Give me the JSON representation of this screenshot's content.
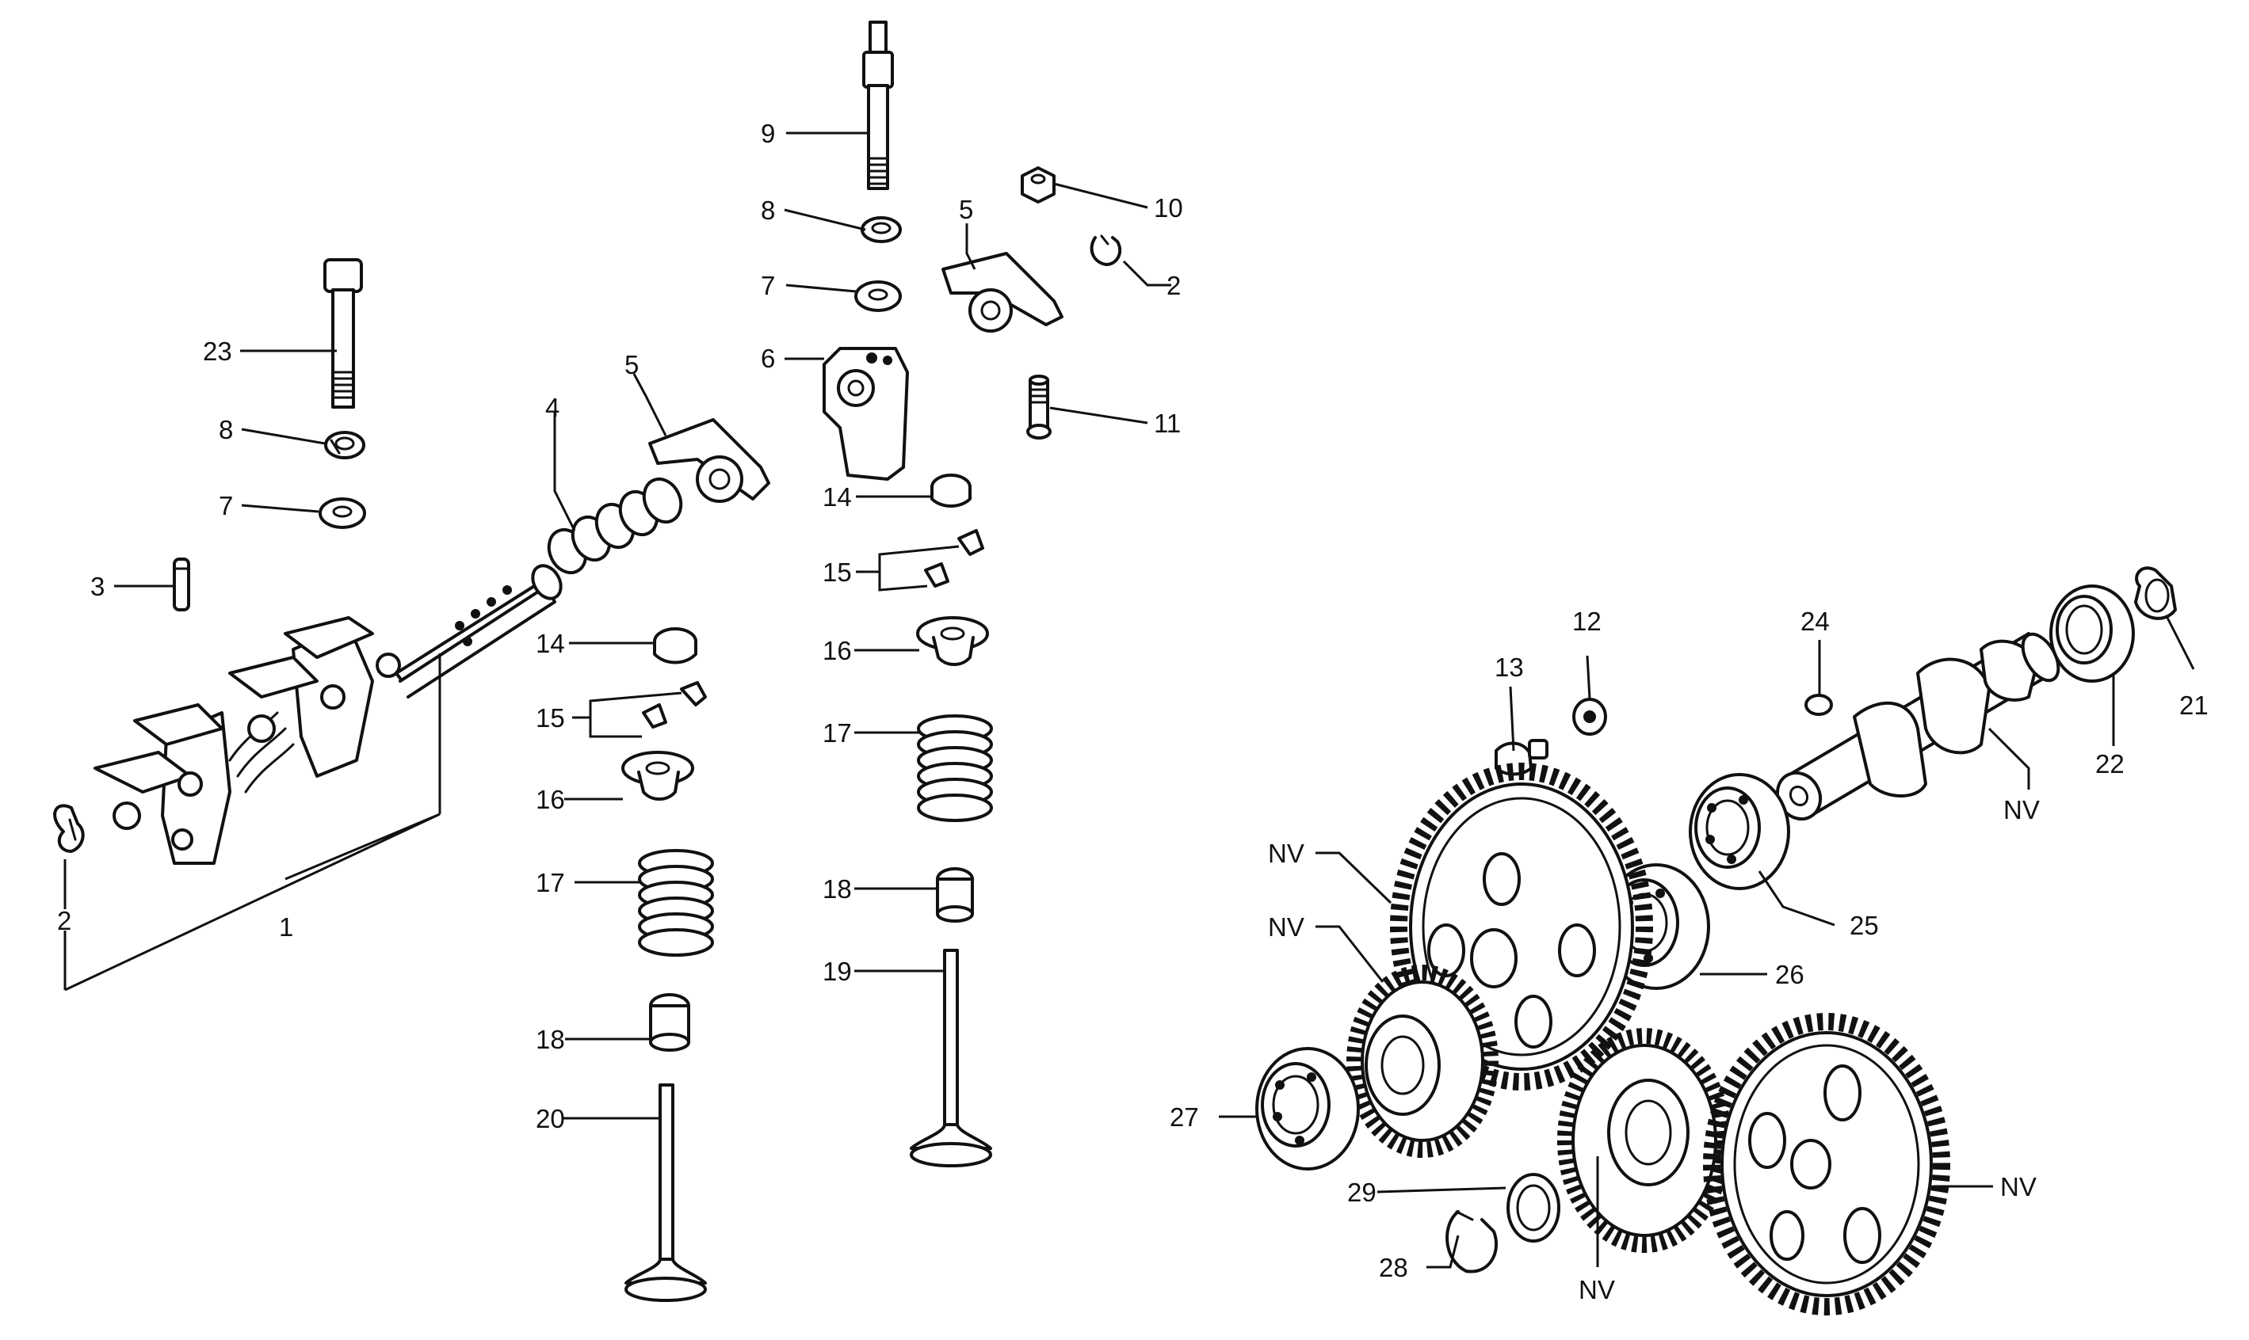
{
  "diagram": {
    "labels": {
      "l1": "1",
      "l2a": "2",
      "l2b": "2",
      "l3": "3",
      "l4": "4",
      "l5a": "5",
      "l5b": "5",
      "l6": "6",
      "l7a": "7",
      "l7b": "7",
      "l8a": "8",
      "l8b": "8",
      "l9": "9",
      "l10": "10",
      "l11": "11",
      "l12": "12",
      "l13": "13",
      "l14a": "14",
      "l14b": "14",
      "l15a": "15",
      "l15b": "15",
      "l16a": "16",
      "l16b": "16",
      "l17a": "17",
      "l17b": "17",
      "l18a": "18",
      "l18b": "18",
      "l19": "19",
      "l20": "20",
      "l21": "21",
      "l22": "22",
      "l23": "23",
      "l24": "24",
      "l25": "25",
      "l26": "26",
      "l27": "27",
      "l28": "28",
      "l29": "29",
      "nv1": "NV",
      "nv2": "NV",
      "nv3": "NV",
      "nv4": "NV",
      "nv5": "NV"
    }
  }
}
